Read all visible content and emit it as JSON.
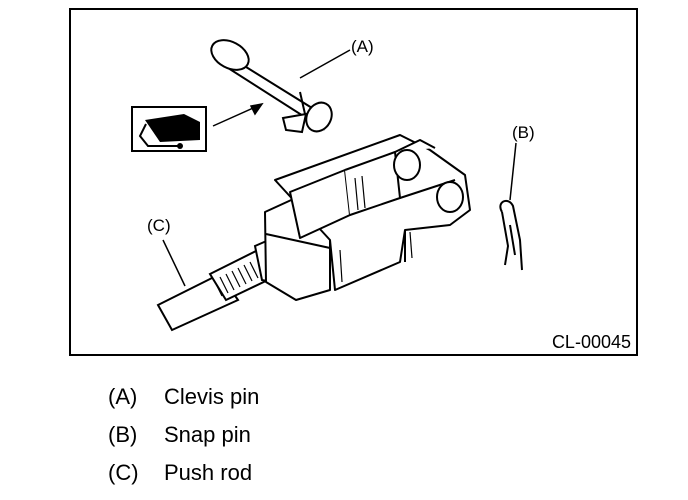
{
  "figure": {
    "code": "CL-00045",
    "callouts": {
      "a": "(A)",
      "b": "(B)",
      "c": "(C)"
    },
    "icons": [
      "grease-gun-icon"
    ]
  },
  "legend": [
    {
      "key": "(A)",
      "label": "Clevis pin"
    },
    {
      "key": "(B)",
      "label": "Snap pin"
    },
    {
      "key": "(C)",
      "label": "Push rod"
    }
  ]
}
